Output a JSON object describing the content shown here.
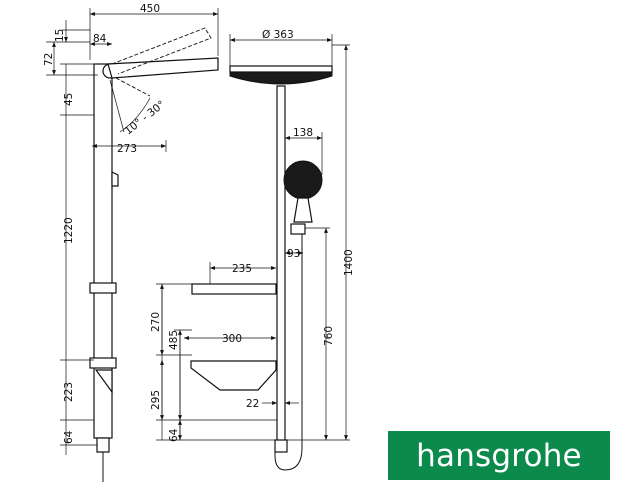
{
  "side_view": {
    "dims": {
      "width_overall": "450",
      "top_offset": "15",
      "arm_offset": "84",
      "head_height": "72",
      "tilt": "10° - 30°",
      "spacing_45": "45",
      "projection": "273",
      "height_1220": "1220",
      "lower_223": "223",
      "bottom_64": "64"
    }
  },
  "front_view": {
    "dims": {
      "head_diameter": "Ø 363",
      "handshower_diameter": "138",
      "shelf_upper_width": "235",
      "holder_93": "93",
      "shelf_lower_width": "300",
      "total_height": "1400",
      "height_760": "760",
      "height_485": "485",
      "height_270": "270",
      "height_295": "295",
      "bottom_64": "64",
      "offset_22": "22"
    }
  },
  "brand": {
    "name": "hansgrohe",
    "color": "#0b8a4c"
  }
}
